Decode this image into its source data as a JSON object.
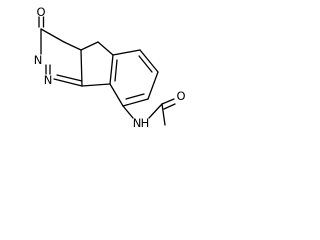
{
  "molecule": {
    "labels": {
      "carbonyl_oxygen_ring": "O",
      "hydrazide_n1": "N",
      "hydrazide_n2": "N",
      "amide_nitrogen": "N",
      "amide_hydrogen": "H",
      "amide_oxygen": "O"
    },
    "colors": {
      "bond": "#000000",
      "background": "#ffffff"
    }
  }
}
